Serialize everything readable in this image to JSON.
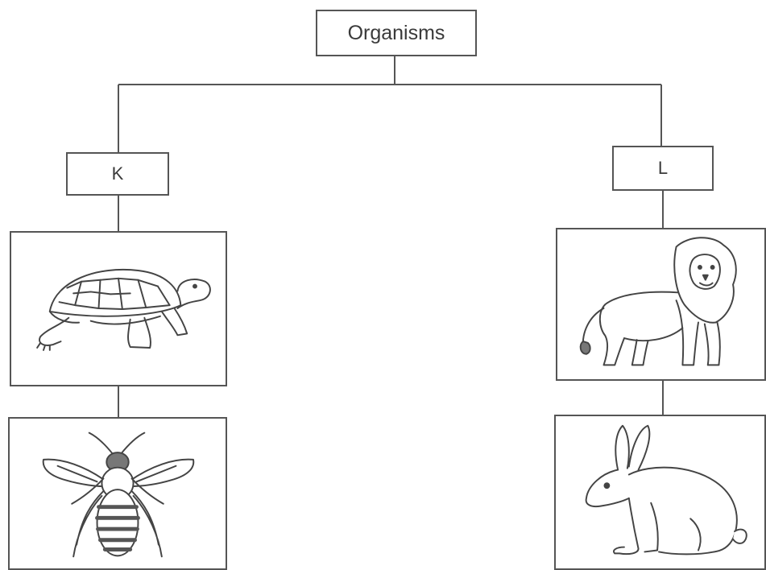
{
  "root": {
    "label": "Organisms"
  },
  "groups": [
    {
      "label": "K",
      "organisms": [
        {
          "icon": "tortoise-icon"
        },
        {
          "icon": "bee-icon"
        }
      ]
    },
    {
      "label": "L",
      "organisms": [
        {
          "icon": "lion-icon"
        },
        {
          "icon": "rabbit-icon"
        }
      ]
    }
  ],
  "colors": {
    "line": "#555555",
    "text": "#3a3a3a",
    "background": "#ffffff"
  }
}
